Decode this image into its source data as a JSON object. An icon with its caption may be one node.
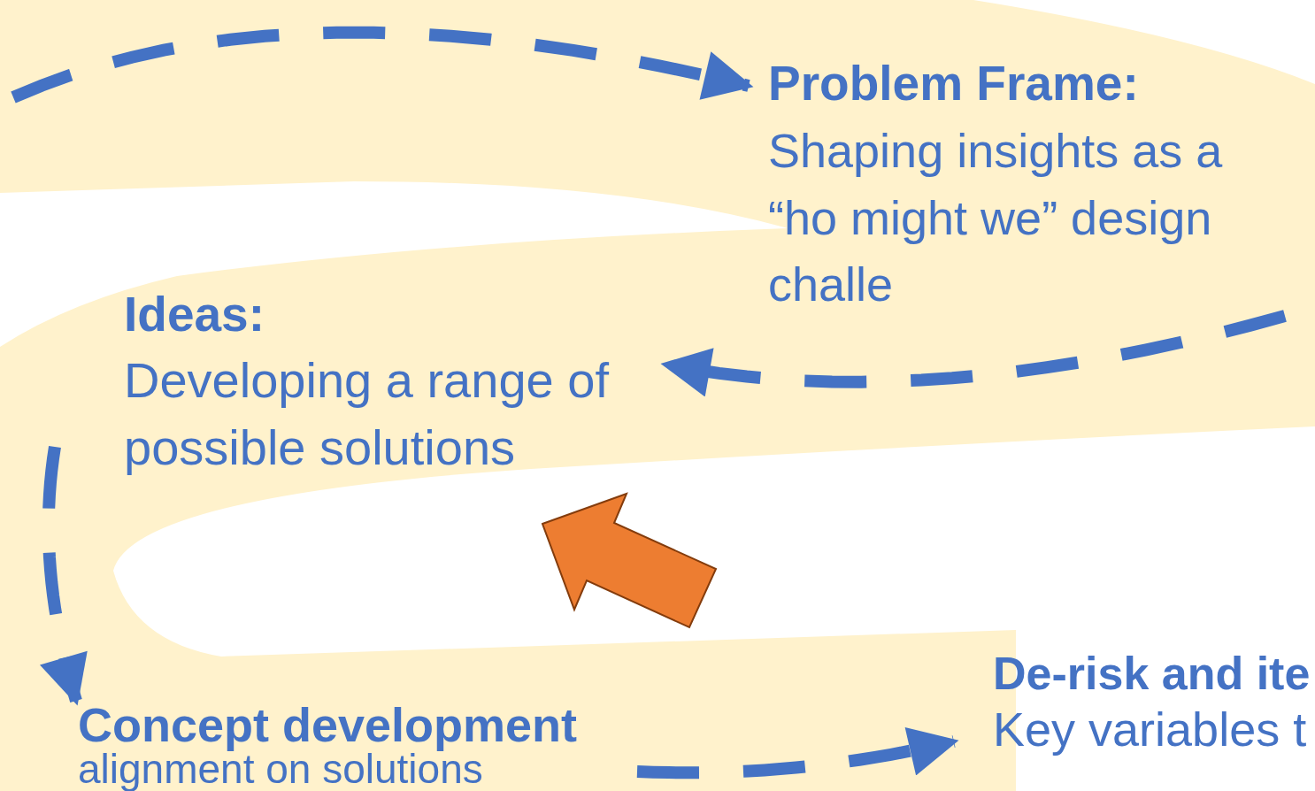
{
  "diagram": {
    "nodes": [
      {
        "text": [
          "Problem Frame:",
          "Shaping insights as a “ho might we” design challe"
        ]
      },
      {
        "text": [
          "Ideas:",
          "Developing a range of possible solutions"
        ]
      },
      {
        "text": [
          "Concept development",
          "alignment on solutions"
        ]
      },
      {
        "text": [
          "De-risk and ite",
          "Key variables t"
        ]
      }
    ],
    "edges": [
      {
        "from": null,
        "to": 0,
        "arrow": "to",
        "style": "dashed"
      },
      {
        "from": null,
        "to": 1,
        "arrow": "to",
        "style": "dashed"
      },
      {
        "from": 1,
        "to": 2,
        "arrow": "to",
        "style": "dashed"
      },
      {
        "from": 2,
        "to": 3,
        "arrow": "to",
        "style": "dashed"
      }
    ]
  }
}
